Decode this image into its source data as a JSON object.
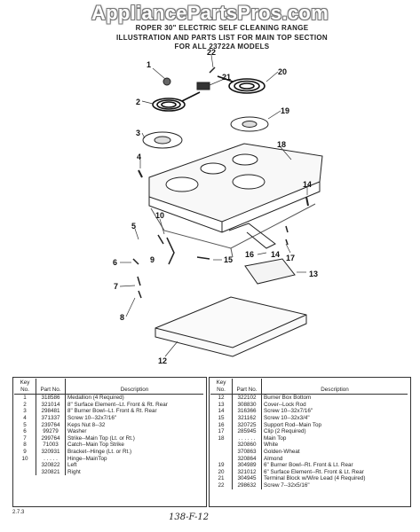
{
  "watermark": "AppliancePartsPros.com",
  "header": {
    "line1": "ROPER 30\" ELECTRIC SELF CLEANING RANGE",
    "line2": "ILLUSTRATION AND PARTS LIST FOR MAIN TOP SECTION",
    "line3": "FOR ALL 23722A MODELS"
  },
  "callouts": [
    "1",
    "2",
    "3",
    "4",
    "5",
    "6",
    "7",
    "8",
    "9",
    "10",
    "12",
    "13",
    "14",
    "14",
    "15",
    "16",
    "17",
    "18",
    "19",
    "20",
    "21",
    "22"
  ],
  "table_headers": {
    "key": "Key No.",
    "part": "Part No.",
    "desc": "Description"
  },
  "left_table": [
    {
      "key": "1",
      "part": "318586",
      "desc": "Medallion (4 Required)"
    },
    {
      "key": "2",
      "part": "321014",
      "desc": "8\" Surface Element--Lt. Front & Rt. Rear"
    },
    {
      "key": "3",
      "part": "298481",
      "desc": "8\" Burner Bowl--Lt. Front & Rt. Rear"
    },
    {
      "key": "4",
      "part": "371337",
      "desc": "Screw 10--32x7/16\""
    },
    {
      "key": "5",
      "part": "239764",
      "desc": "Keps Nut 8--32"
    },
    {
      "key": "6",
      "part": "99279",
      "desc": "Washer"
    },
    {
      "key": "7",
      "part": "299764",
      "desc": "Strike--Main Top (Lt. or Rt.)"
    },
    {
      "key": "8",
      "part": "71003",
      "desc": "Catch--Main Top Strike"
    },
    {
      "key": "9",
      "part": "320931",
      "desc": "Bracket--Hinge (Lt. or Rt.)"
    },
    {
      "key": "",
      "part": "",
      "desc": ""
    },
    {
      "key": "10",
      "part": ". . . . .",
      "desc": "Hinge--MainTop"
    },
    {
      "key": "",
      "part": "320822",
      "desc": "Left"
    },
    {
      "key": "",
      "part": "320821",
      "desc": "Right"
    }
  ],
  "right_table": [
    {
      "key": "12",
      "part": "322102",
      "desc": "Burner Box Bottom"
    },
    {
      "key": "13",
      "part": "308830",
      "desc": "Cover--Lock Rod"
    },
    {
      "key": "14",
      "part": "316366",
      "desc": "Screw 10--32x7/16\""
    },
    {
      "key": "15",
      "part": "321162",
      "desc": "Screw 10--32x3/4\""
    },
    {
      "key": "16",
      "part": "320725",
      "desc": "Support Rod--Main Top"
    },
    {
      "key": "17",
      "part": "285945",
      "desc": "Clip (2 Required)"
    },
    {
      "key": "18",
      "part": ". . . . . .",
      "desc": "Main Top"
    },
    {
      "key": "",
      "part": "320860",
      "desc": "White"
    },
    {
      "key": "",
      "part": "370863",
      "desc": "Golden-Wheat"
    },
    {
      "key": "",
      "part": "320864",
      "desc": "Almond"
    },
    {
      "key": "19",
      "part": "304989",
      "desc": "6\" Burner Bowl--Rt. Front & Lt. Rear"
    },
    {
      "key": "20",
      "part": "321012",
      "desc": "6\" Surface Element--Rt. Front & Lt. Rear"
    },
    {
      "key": "21",
      "part": "304945",
      "desc": "Terminal Block w/Wire Lead (4 Required)"
    },
    {
      "key": "22",
      "part": "298632",
      "desc": "Screw 7--32x5/16\""
    }
  ],
  "footer": {
    "code": "2.7.3",
    "handwritten": "138-F-12"
  }
}
